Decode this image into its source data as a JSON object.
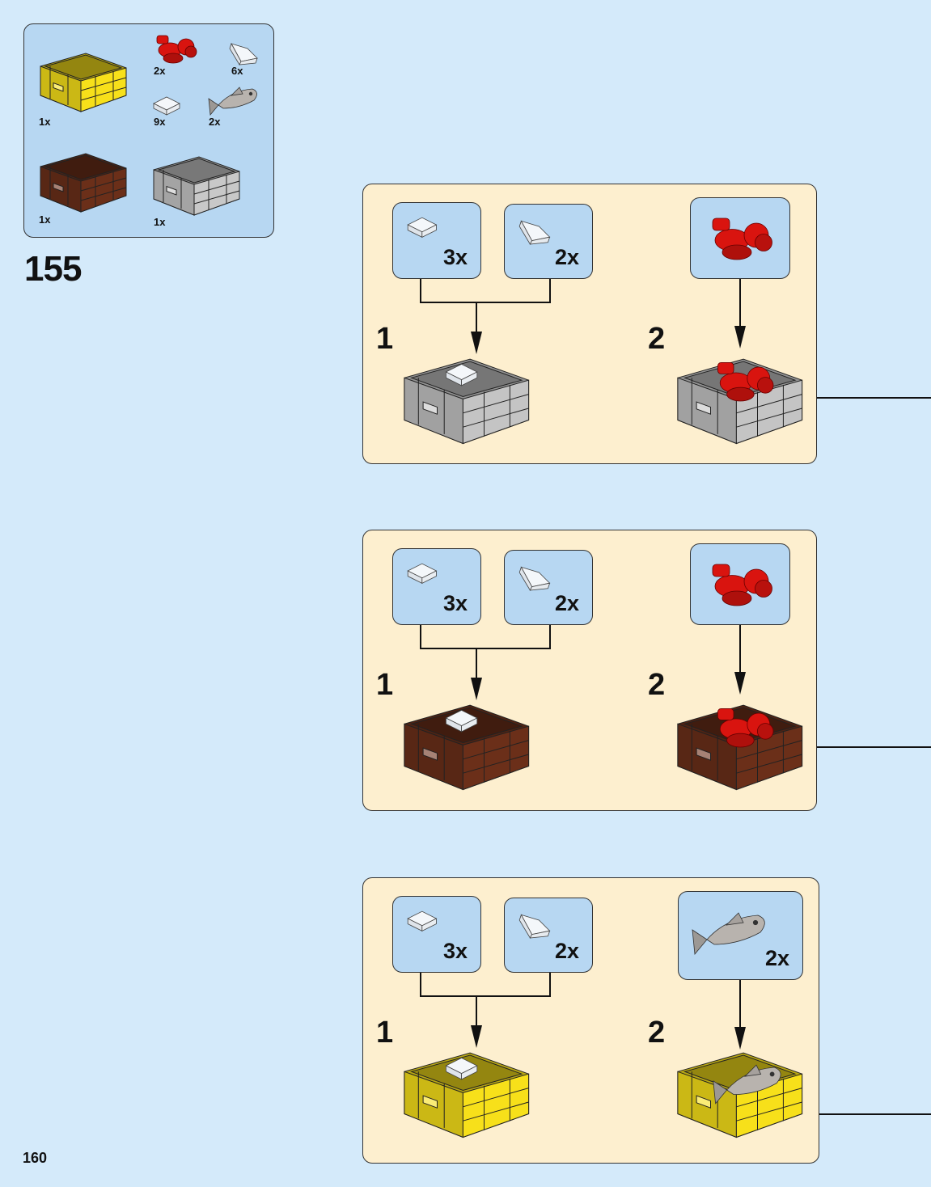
{
  "page": {
    "background_color": "#d4eafa",
    "page_number": "160",
    "step_number": "155"
  },
  "parts_list": {
    "items": [
      {
        "name": "yellow crate",
        "qty": "1x",
        "color": "#f7e01a"
      },
      {
        "name": "red lobster",
        "qty": "2x",
        "color": "#d9140f"
      },
      {
        "name": "clear slope",
        "qty": "6x",
        "color": "#f4f7fa"
      },
      {
        "name": "clear tile",
        "qty": "9x",
        "color": "#f4f7fa"
      },
      {
        "name": "grey fish",
        "qty": "2x",
        "color": "#b8b3ae"
      },
      {
        "name": "brown crate",
        "qty": "1x",
        "color": "#6b2f19"
      },
      {
        "name": "grey crate",
        "qty": "1x",
        "color": "#c8c8c8"
      }
    ]
  },
  "substeps": [
    {
      "crate_color": "#c4c4c4",
      "callouts": [
        {
          "part": "clear tile",
          "qty": "3x"
        },
        {
          "part": "clear slope",
          "qty": "2x"
        },
        {
          "part": "red lobster",
          "qty": ""
        }
      ],
      "labels": [
        "1",
        "2"
      ]
    },
    {
      "crate_color": "#6b2f19",
      "callouts": [
        {
          "part": "clear tile",
          "qty": "3x"
        },
        {
          "part": "clear slope",
          "qty": "2x"
        },
        {
          "part": "red lobster",
          "qty": ""
        }
      ],
      "labels": [
        "1",
        "2"
      ]
    },
    {
      "crate_color": "#f7e01a",
      "callouts": [
        {
          "part": "clear tile",
          "qty": "3x"
        },
        {
          "part": "clear slope",
          "qty": "2x"
        },
        {
          "part": "grey fish",
          "qty": "2x"
        }
      ],
      "labels": [
        "1",
        "2"
      ]
    }
  ],
  "colors": {
    "panel_bg": "#fdefcf",
    "callout_bg": "#b7d7f2",
    "lobster": "#d9140f",
    "fish": "#b8b3ae",
    "tile": "#f4f7fa"
  }
}
